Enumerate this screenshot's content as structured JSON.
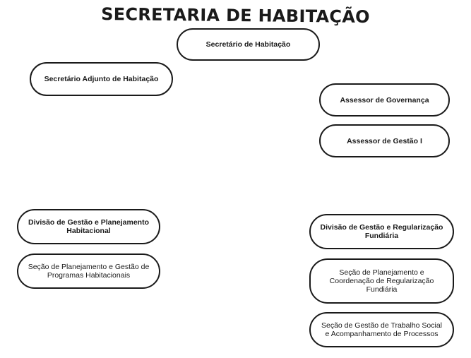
{
  "title": "SECRETARIA DE HABITAÇÃO",
  "nodes": {
    "secretario": "Secretário de Habitação",
    "adjunto": "Secretário Adjunto de Habitação",
    "assessor_governanca": "Assessor de Governança",
    "assessor_gestao": "Assessor de Gestão I",
    "divisao_planejamento": "Divisão de Gestão e Planejamento Habitacional",
    "secao_programas": "Seção de Planejamento e Gestão de Programas Habitacionais",
    "divisao_regularizacao": "Divisão de Gestão e Regularização Fundiária",
    "secao_coordenacao": "Seção de Planejamento e Coordenação de Regularização Fundiária",
    "secao_trabalho_social": "Seção de Gestão de Trabalho Social e Acompanhamento de Processos"
  }
}
